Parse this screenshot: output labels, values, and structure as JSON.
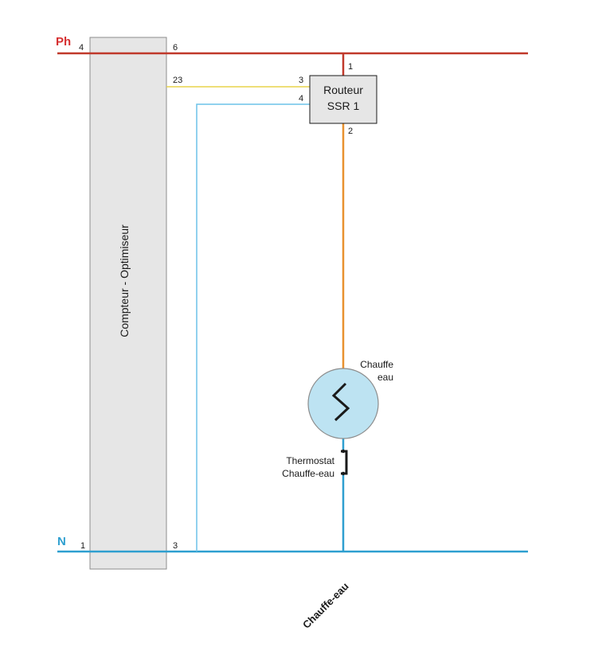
{
  "colors": {
    "phase": "#c0392b",
    "phase_label": "#d63031",
    "neutral": "#2e9fd0",
    "neutral_label": "#2e9fd0",
    "signal_yellow": "#e8d44a",
    "signal_blue": "#6cc2e8",
    "load_orange": "#e8912f",
    "meter_fill": "#e6e6e6",
    "meter_stroke": "#8c8c8c",
    "router_fill": "#e6e6e6",
    "heater_fill": "#bde3f2",
    "text": "#1a1a1a"
  },
  "rails": {
    "phase_label": "Ph",
    "neutral_label": "N"
  },
  "meter": {
    "label": "Compteur - Optimiseur",
    "terminal_phase_in": "4",
    "terminal_phase_out": "6",
    "terminal_signal": "23",
    "terminal_neutral_in": "1",
    "terminal_neutral_out": "3"
  },
  "router": {
    "line1": "Routeur",
    "line2": "SSR 1",
    "terminal_top": "1",
    "terminal_signal_a": "3",
    "terminal_signal_b": "4",
    "terminal_bottom": "2"
  },
  "heater": {
    "label_line1": "Chauffe",
    "label_line2": "eau",
    "icon": "resistor-zigzag-icon"
  },
  "thermostat": {
    "label_line1": "Thermostat",
    "label_line2": "Chauffe-eau",
    "icon": "switch-contact-icon"
  },
  "footer": {
    "caption": "Chauffe-eau"
  }
}
